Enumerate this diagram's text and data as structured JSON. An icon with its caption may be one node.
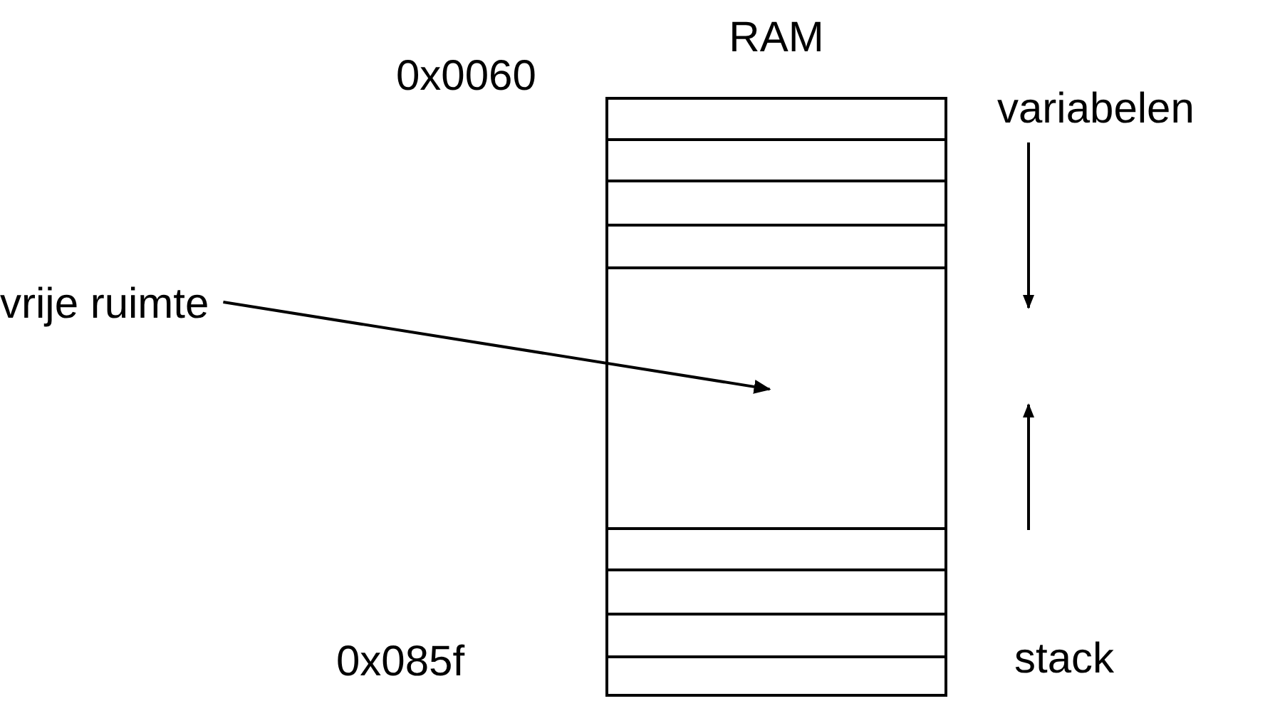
{
  "diagram": {
    "nodes": [
      {
        "text": [
          "RAM"
        ]
      },
      {
        "text": [],
        "shape": "box",
        "in": 0
      },
      {
        "text": [],
        "shape": "box",
        "in": 0
      },
      {
        "text": [],
        "shape": "box",
        "in": 0
      },
      {
        "text": [],
        "shape": "box",
        "in": 0
      },
      {
        "text": [],
        "shape": "box",
        "in": 0
      },
      {
        "text": [],
        "shape": "box",
        "in": 0
      },
      {
        "text": [],
        "shape": "box",
        "in": 0
      },
      {
        "text": [],
        "shape": "box",
        "in": 0
      },
      {
        "text": [],
        "shape": "box",
        "in": 0
      },
      {
        "text": [
          "vrije ruimte"
        ]
      }
    ],
    "edges": [
      {
        "from": 10,
        "to": 5,
        "arrow": "to"
      }
    ],
    "labels": [
      "0x0060",
      "variabelen",
      "0x085f",
      "stack"
    ]
  }
}
